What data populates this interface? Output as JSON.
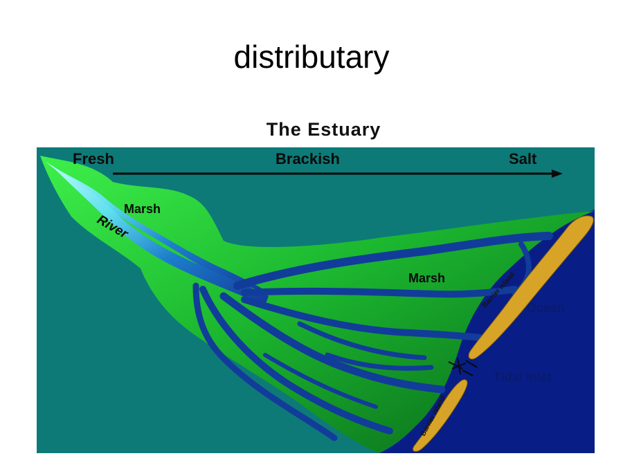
{
  "slide": {
    "title": "distributary"
  },
  "diagram": {
    "title": "The Estuary",
    "gradient": {
      "fresh": "Fresh",
      "brackish": "Brackish",
      "salt": "Salt"
    },
    "labels": {
      "marsh_upper": "Marsh",
      "river": "River",
      "marsh_lower": "Marsh",
      "barrier_island_upper": "Barrier island",
      "ocean": "Ocean",
      "tidal_inlet": "Tidal inlet",
      "barrier_island_lower": "Barrier island"
    },
    "colors": {
      "background": "#0d7a78",
      "marsh_light": "#22d23c",
      "marsh_dark": "#0a6e1c",
      "river_light": "#7ef0f0",
      "channel": "#123c9a",
      "ocean": "#081e86",
      "island": "#d8a428"
    }
  }
}
